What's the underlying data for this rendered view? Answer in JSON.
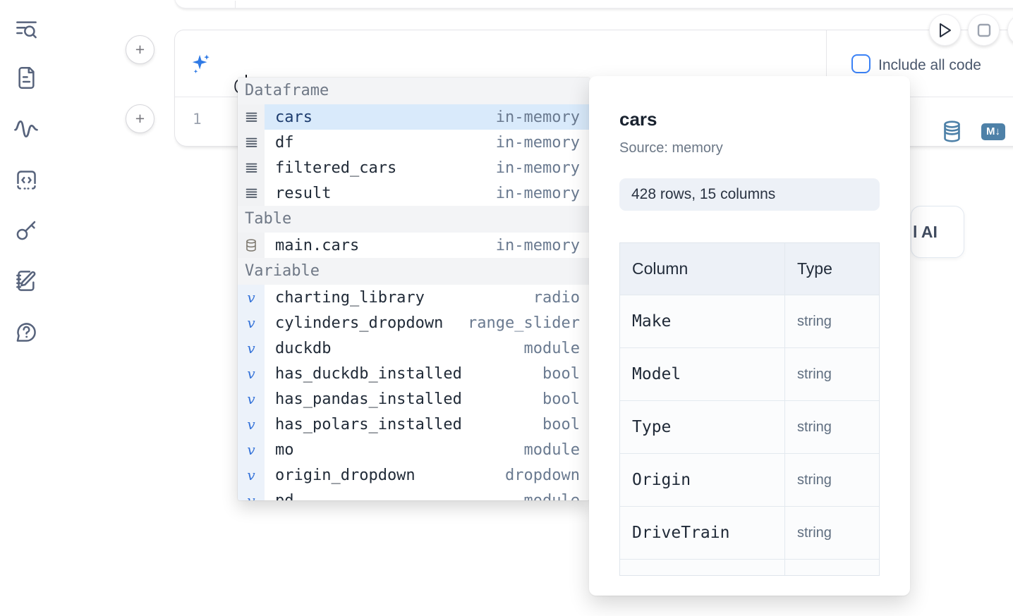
{
  "sidebar": {
    "items": [
      {
        "id": "search",
        "icon": "list-search-icon"
      },
      {
        "id": "files",
        "icon": "file-icon"
      },
      {
        "id": "activity",
        "icon": "activity-icon"
      },
      {
        "id": "snippets",
        "icon": "code-block-icon"
      },
      {
        "id": "secrets",
        "icon": "key-icon"
      },
      {
        "id": "scratchpad",
        "icon": "notebook-pen-icon"
      },
      {
        "id": "help",
        "icon": "help-chat-icon"
      }
    ]
  },
  "toolbar": {
    "include_all_code_label": "Include all code",
    "include_all_code_checked": false
  },
  "prompt": {
    "value": "@"
  },
  "cell": {
    "line_number": "1",
    "markdown_badge": "M↓"
  },
  "ai_button": {
    "visible_label": "l AI"
  },
  "autocomplete": {
    "sections": [
      {
        "label": "Dataframe",
        "icon": "rows-icon",
        "items": [
          {
            "name": "cars",
            "type": "in-memory",
            "selected": true
          },
          {
            "name": "df",
            "type": "in-memory"
          },
          {
            "name": "filtered_cars",
            "type": "in-memory"
          },
          {
            "name": "result",
            "type": "in-memory"
          }
        ]
      },
      {
        "label": "Table",
        "icon": "database-icon",
        "items": [
          {
            "name": "main.cars",
            "type": "in-memory"
          }
        ]
      },
      {
        "label": "Variable",
        "icon": "variable-icon",
        "items": [
          {
            "name": "charting_library",
            "type": "radio"
          },
          {
            "name": "cylinders_dropdown",
            "type": "range_slider"
          },
          {
            "name": "duckdb",
            "type": "module"
          },
          {
            "name": "has_duckdb_installed",
            "type": "bool"
          },
          {
            "name": "has_pandas_installed",
            "type": "bool"
          },
          {
            "name": "has_polars_installed",
            "type": "bool"
          },
          {
            "name": "mo",
            "type": "module"
          },
          {
            "name": "origin_dropdown",
            "type": "dropdown"
          },
          {
            "name": "pd",
            "type": "module"
          }
        ]
      }
    ]
  },
  "popup": {
    "title": "cars",
    "source_label": "Source: memory",
    "shape_badge": "428 rows, 15 columns",
    "table": {
      "headers": [
        "Column",
        "Type"
      ],
      "rows": [
        [
          "Make",
          "string"
        ],
        [
          "Model",
          "string"
        ],
        [
          "Type",
          "string"
        ],
        [
          "Origin",
          "string"
        ],
        [
          "DriveTrain",
          "string"
        ]
      ]
    }
  },
  "colors": {
    "accent": "#3b82f6",
    "selection_bg": "#d9eafb",
    "icon_steel_blue": "#4e81a8",
    "sidebar_icon": "#57637c"
  }
}
